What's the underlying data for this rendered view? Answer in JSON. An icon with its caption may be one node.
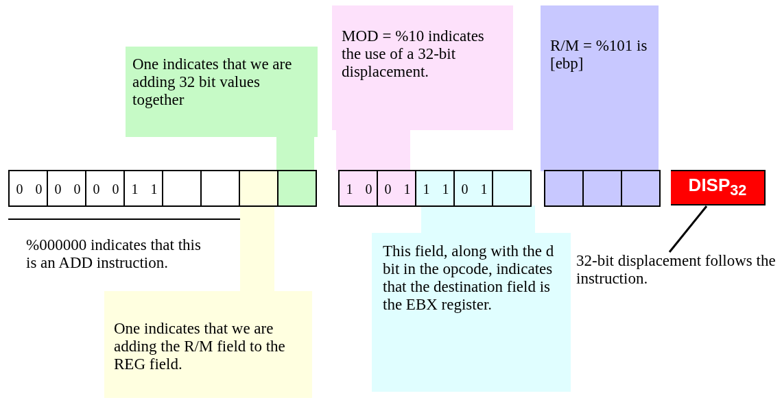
{
  "diagram": {
    "nodes": [
      {
        "text": [
          "One indicates that we are adding 32 bit values together"
        ]
      },
      {
        "text": [
          "MOD = %10 indicates the use of a 32-bit displacement."
        ]
      },
      {
        "text": [
          "R/M = %101 is [ebp]"
        ]
      },
      {
        "text": [
          "DISP$_{32}$"
        ]
      },
      {
        "text": [
          "32-bit displacement follows the instruction."
        ]
      },
      {
        "text": [
          "One indicates that we are adding the R/M field to the REG field."
        ]
      },
      {
        "text": [
          "This field, along with the d bit in the opcode, indicates that the destination field is the EBX register."
        ]
      }
    ],
    "edges": [
      {
        "from": 4,
        "to": 3,
        "arrow": "none"
      }
    ],
    "labels": [
      "0 0 0 0 0 0 1 1",
      "1 0 0 1 1 1 0 1",
      "%000000 indicates that this is an ADD instruction."
    ]
  }
}
